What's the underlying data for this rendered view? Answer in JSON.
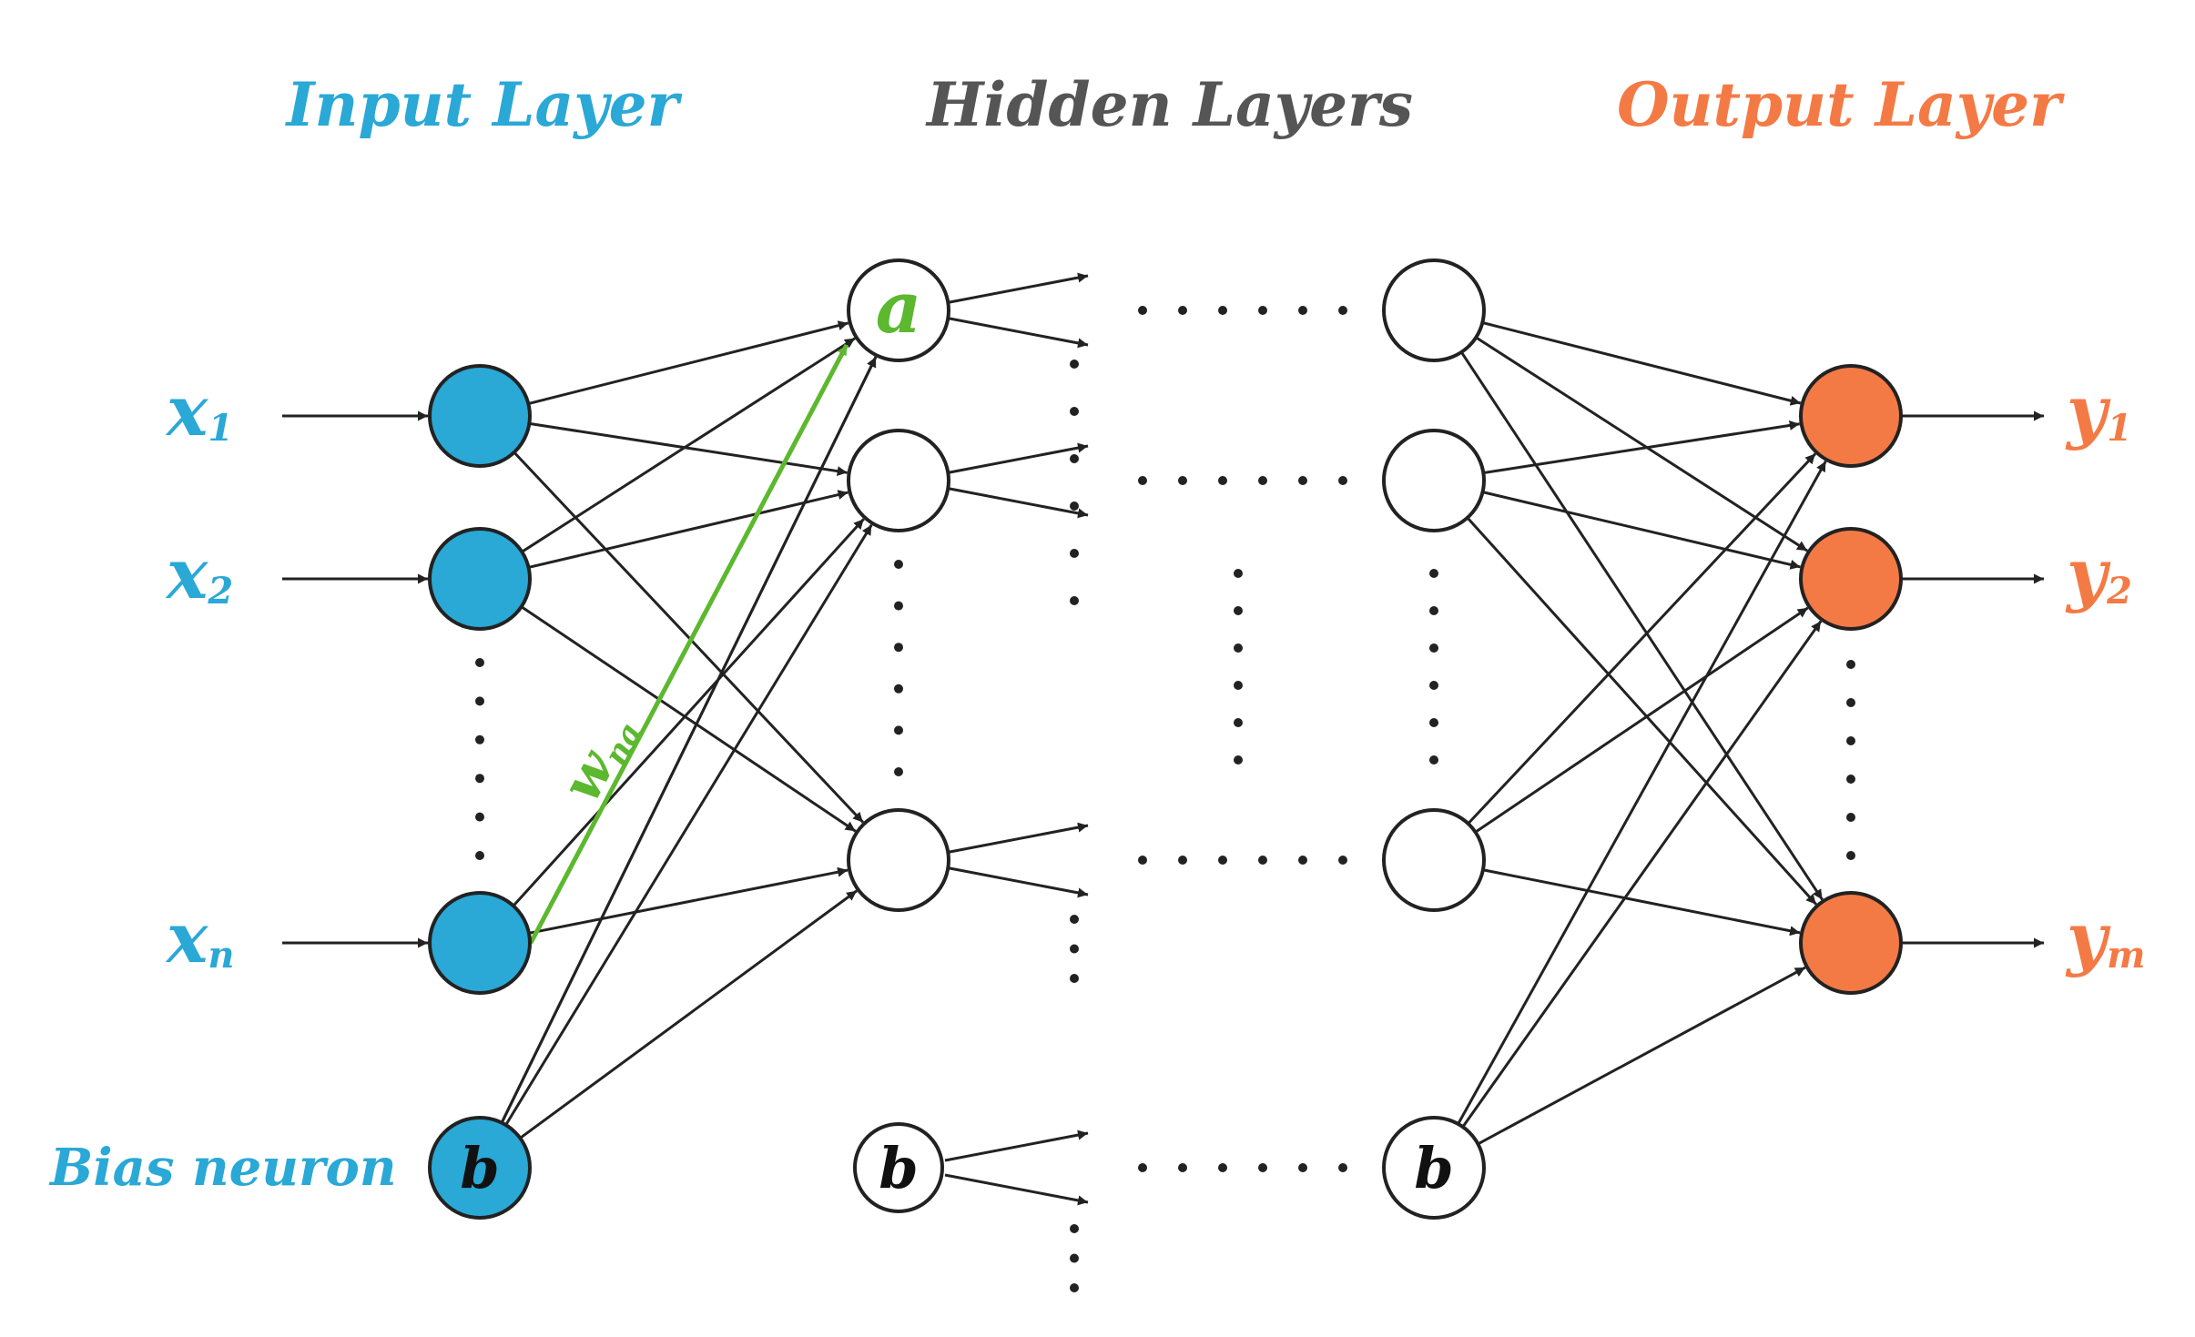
{
  "headers": {
    "input": "Input Layer",
    "hidden": "Hidden Layers",
    "output": "Output Layer"
  },
  "inputs": {
    "x1": {
      "base": "x",
      "sub": "1"
    },
    "x2": {
      "base": "x",
      "sub": "2"
    },
    "xn": {
      "base": "x",
      "sub": "n"
    }
  },
  "outputs": {
    "y1": {
      "base": "y",
      "sub": "1"
    },
    "y2": {
      "base": "y",
      "sub": "2"
    },
    "ym": {
      "base": "y",
      "sub": "m"
    }
  },
  "bias_label": "Bias neuron",
  "bias_symbol": "b",
  "hidden_node_label": "a",
  "weight_label": {
    "base": "w",
    "sub": "na"
  },
  "colors": {
    "input": "#2aa8d6",
    "hidden_header": "#555555",
    "output": "#f47a45",
    "highlight": "#5cb82e",
    "edge": "#222222"
  }
}
